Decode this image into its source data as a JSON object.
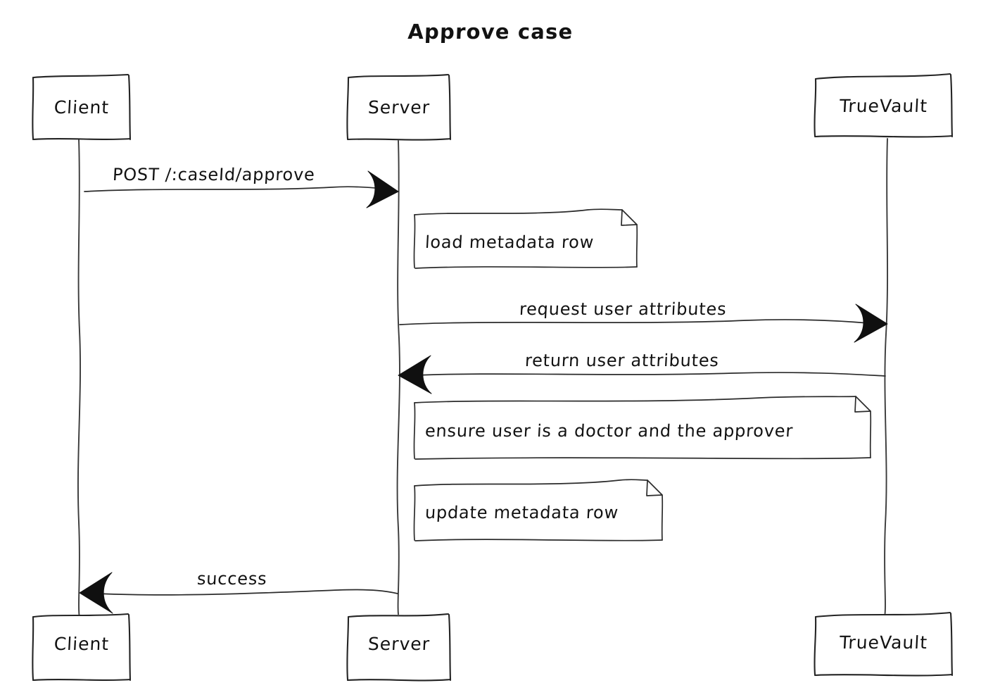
{
  "diagram": {
    "type": "sequence-diagram",
    "style": "hand-drawn-sketch",
    "title": "Approve case",
    "background_color": "#ffffff",
    "stroke_color": "#242424",
    "participants": [
      {
        "id": "client",
        "label": "Client"
      },
      {
        "id": "server",
        "label": "Server"
      },
      {
        "id": "truevault",
        "label": "TrueVault"
      }
    ],
    "participants_bottom": [
      {
        "id": "client",
        "label": "Client"
      },
      {
        "id": "server",
        "label": "Server"
      },
      {
        "id": "truevault",
        "label": "TrueVault"
      }
    ],
    "messages": [
      {
        "id": "msg-post-approve",
        "label": "POST /:caseId/approve",
        "from": "client",
        "to": "server",
        "direction": "right"
      },
      {
        "id": "msg-request-user-attributes",
        "label": "request user attributes",
        "from": "server",
        "to": "truevault",
        "direction": "right"
      },
      {
        "id": "msg-return-user-attributes",
        "label": "return user attributes",
        "from": "truevault",
        "to": "server",
        "direction": "left"
      },
      {
        "id": "msg-success",
        "label": "success",
        "from": "server",
        "to": "client",
        "direction": "left"
      }
    ],
    "notes": [
      {
        "id": "note-load-metadata-row",
        "label": "load metadata row",
        "over": "server"
      },
      {
        "id": "note-ensure-user-doctor-approver",
        "label": "ensure user is a doctor and the approver",
        "over": "server"
      },
      {
        "id": "note-update-metadata-row",
        "label": "update metadata row",
        "over": "server"
      }
    ]
  }
}
